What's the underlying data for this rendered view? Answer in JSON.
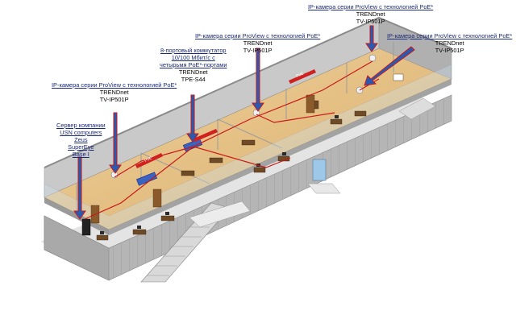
{
  "labels": {
    "cam_top": {
      "title": "IP-камера серии ProView с технологией  PoE*",
      "brand": "TRENDnet",
      "model": "TV-IP501P"
    },
    "cam_mid": {
      "title": "IP-камера серии ProView с технологией  PoE*",
      "brand": "TRENDnet",
      "model": "TV-IP501P"
    },
    "cam_right": {
      "title": "IP-камера серии ProView с технологией  PoE*",
      "brand": "TRENDnet",
      "model": "TV-IP501P"
    },
    "switch": {
      "line1": "8-портовый коммутатор",
      "line2": "10/100 Мбит/с с",
      "line3": "четырьмя PoE*-портами",
      "brand": "TRENDnet",
      "model": "TPE-S44"
    },
    "cam_left": {
      "title": "IP-камера серии ProView с технологией  PoE*",
      "brand": "TRENDnet",
      "model": "TV-IP501P"
    },
    "server": {
      "line1": "Сервер компании",
      "line2": "USN computers",
      "line3": "Zeus",
      "line4": "SuperEye",
      "line5": "Base I"
    },
    "poe_tag": "PoE"
  },
  "colors": {
    "wall": "#b8b8b8",
    "wall_dark": "#8c8c8c",
    "floor": "#e8c48a",
    "floor_dark": "#d2a86a",
    "cable": "#c81818",
    "arrow_fill": "#2a5ab0",
    "arrow_edge": "#c81818",
    "glass": "#9ec8e8",
    "ground": "#cfcfcf"
  }
}
